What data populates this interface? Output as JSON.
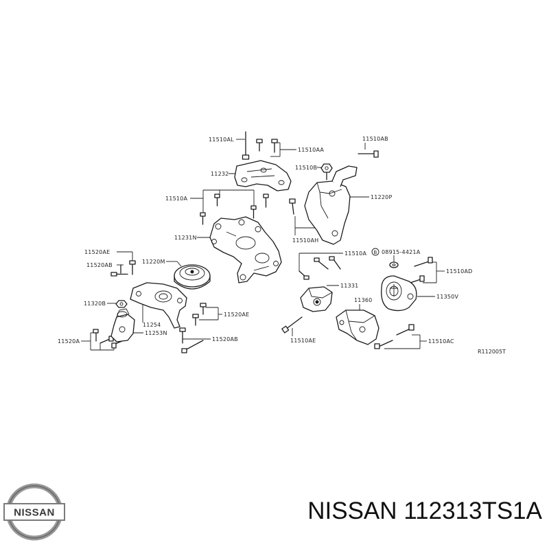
{
  "diagram": {
    "reference_code": "R112005T",
    "labels": {
      "p11510AL": "11510AL",
      "p11510AA": "11510AA",
      "p11510AB": "11510AB",
      "p11232": "11232",
      "p11510B": "11510B",
      "p11220P": "11220P",
      "p11510A_left": "11510A",
      "p11510AH": "11510AH",
      "p11231N": "11231N",
      "p11520AE_top": "11520AE",
      "p11520AB_top": "11520AB",
      "p11220M": "11220M",
      "p11510A_mid": "11510A",
      "p08915": "08915-4421A",
      "p11510AD": "11510AD",
      "p11331": "11331",
      "p11350V": "11350V",
      "p11320B": "11320B",
      "p11360": "11360",
      "p11254": "11254",
      "p11520AE_low": "11520AE",
      "p11253N": "11253N",
      "p11520A": "11520A",
      "p11520AB_low": "11520AB",
      "p11510AE": "11510AE",
      "p11510AC": "11510AC",
      "circle_marker": "B"
    }
  },
  "footer": {
    "brand_text": "NISSAN 112313TS1A",
    "logo_text": "NISSAN"
  }
}
